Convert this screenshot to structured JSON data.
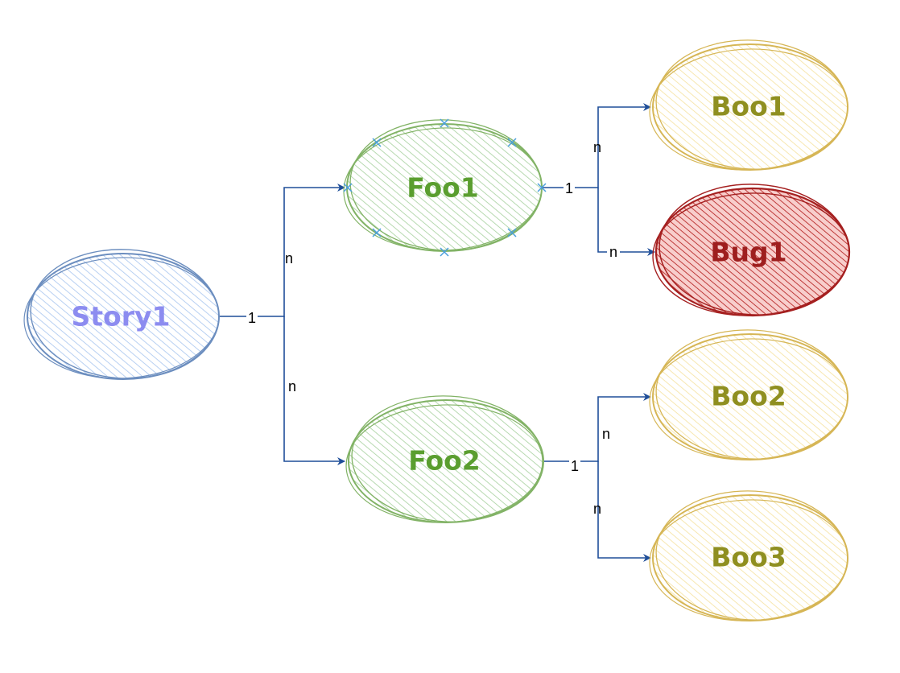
{
  "colors": {
    "edge": "#1f4e99",
    "selection_handle": "#4a9fdc",
    "story": {
      "fill": "#dae8fc",
      "stroke": "#6c8ebf",
      "text": "#8c8cf0"
    },
    "foo": {
      "fill": "#d5e8d4",
      "stroke": "#82b366",
      "text": "#5a9e2f"
    },
    "boo": {
      "fill": "#fff2cc",
      "stroke": "#d6b656",
      "text": "#8f8f20"
    },
    "bug": {
      "fill": "#f8cecc",
      "stroke": "#a52020",
      "text": "#9e1e1e"
    }
  },
  "nodes": {
    "story1": "Story1",
    "foo1": "Foo1",
    "foo2": "Foo2",
    "boo1": "Boo1",
    "bug1": "Bug1",
    "boo2": "Boo2",
    "boo3": "Boo3"
  },
  "edge_labels": {
    "story1_source": "1",
    "to_foo1": "n",
    "to_foo2": "n",
    "foo1_source": "1",
    "to_boo1": "n",
    "to_bug1": "n",
    "foo2_source": "1",
    "to_boo2": "n",
    "to_boo3": "n"
  },
  "selected_node": "foo1"
}
